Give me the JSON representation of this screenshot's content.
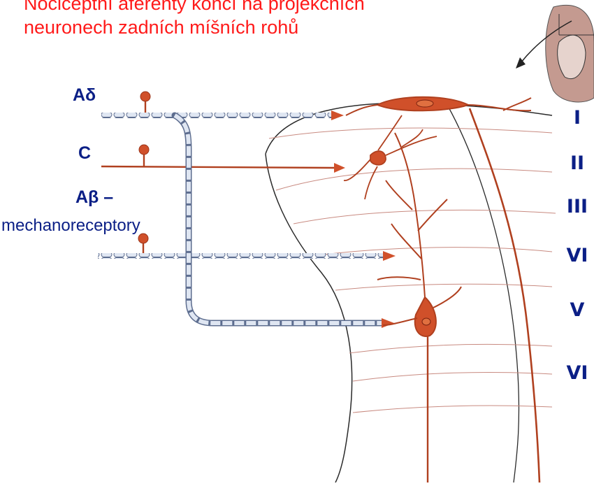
{
  "title": {
    "line1": "Nociceptní aferenty končí na projekčních",
    "line2": "neuronech zadních míšních rohů"
  },
  "fibers": {
    "a_delta": "Aδ",
    "c": "C",
    "a_beta": "Aβ –",
    "a_beta_sub": "mechanoreceptory"
  },
  "laminae": [
    "I",
    "II",
    "III",
    "VI",
    "V",
    "VI"
  ],
  "colors": {
    "title": "#ff1a1a",
    "labels": "#0b1f86",
    "neuron": "#c8401e",
    "myelin": "#8a9ab8"
  },
  "icons": [
    "spinal-cord-cross-section-icon",
    "arrow-icon"
  ]
}
